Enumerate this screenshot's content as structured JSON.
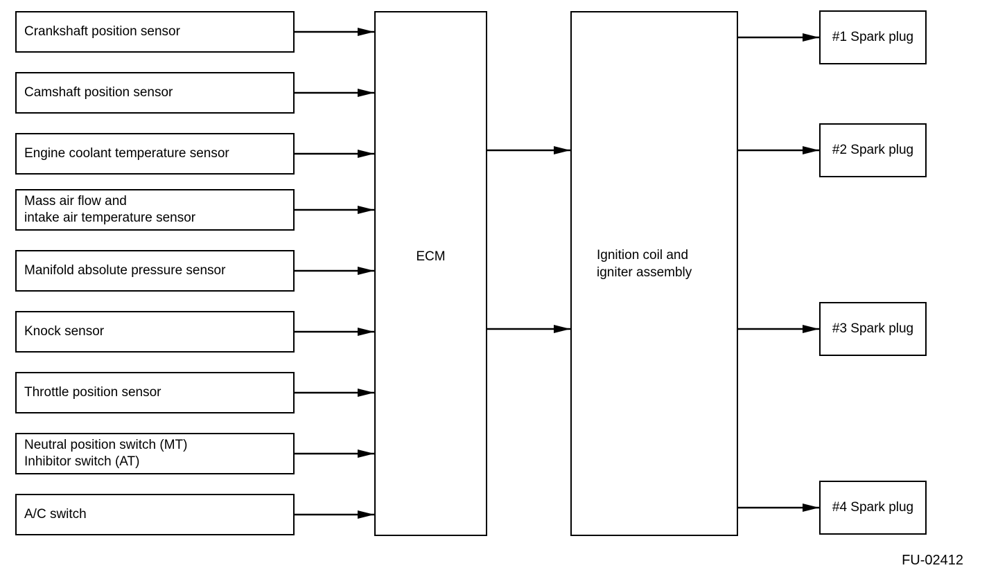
{
  "inputs": [
    {
      "label": "Crankshaft position sensor"
    },
    {
      "label": "Camshaft position sensor"
    },
    {
      "label": "Engine coolant temperature sensor"
    },
    {
      "label": "Mass air flow and\nintake air temperature sensor"
    },
    {
      "label": "Manifold absolute pressure sensor"
    },
    {
      "label": "Knock sensor"
    },
    {
      "label": "Throttle position sensor"
    },
    {
      "label": "Neutral position switch (MT)\nInhibitor switch (AT)"
    },
    {
      "label": "A/C switch"
    }
  ],
  "ecm": {
    "label": "ECM"
  },
  "coil": {
    "label": "Ignition coil and\nigniter assembly"
  },
  "outputs": [
    {
      "label": "#1 Spark plug"
    },
    {
      "label": "#2 Spark plug"
    },
    {
      "label": "#3 Spark plug"
    },
    {
      "label": "#4 Spark plug"
    }
  ],
  "figure_id": "FU-02412"
}
